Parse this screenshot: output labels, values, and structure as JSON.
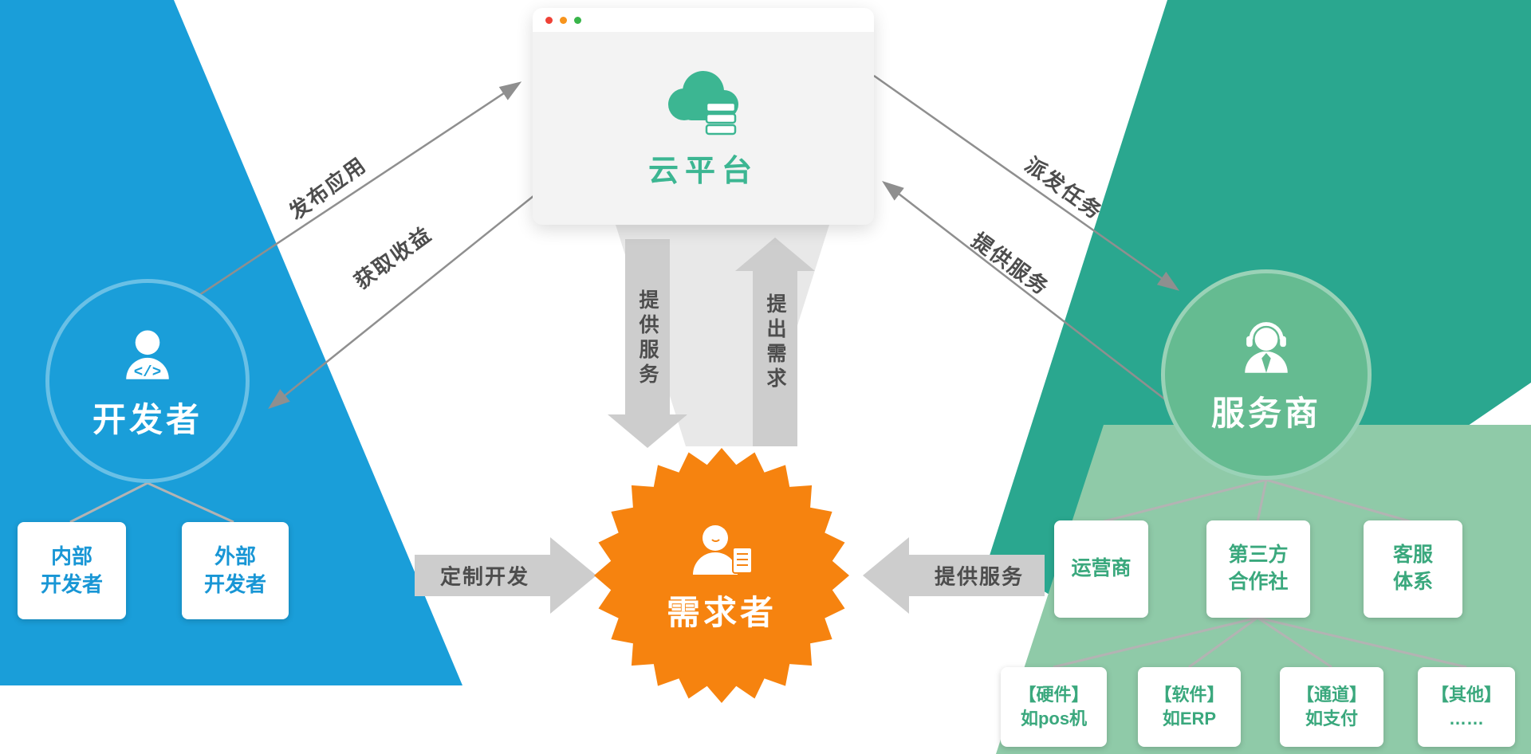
{
  "window": {
    "title": "云平台",
    "dots": [
      "#ef4136",
      "#f7941d",
      "#39b54a"
    ]
  },
  "nodes": {
    "developer": {
      "label": "开发者",
      "children": [
        {
          "lines": [
            "内部",
            "开发者"
          ]
        },
        {
          "lines": [
            "外部",
            "开发者"
          ]
        }
      ]
    },
    "demander": {
      "label": "需求者"
    },
    "provider": {
      "label": "服务商",
      "children": [
        {
          "lines": [
            "运营商",
            ""
          ]
        },
        {
          "lines": [
            "第三方",
            "合作社"
          ]
        },
        {
          "lines": [
            "客服",
            "体系"
          ]
        }
      ],
      "services": [
        {
          "lines": [
            "【硬件】",
            "如pos机"
          ]
        },
        {
          "lines": [
            "【软件】",
            "如ERP"
          ]
        },
        {
          "lines": [
            "【通道】",
            "如支付"
          ]
        },
        {
          "lines": [
            "【其他】",
            "……"
          ]
        }
      ]
    }
  },
  "arrows": {
    "dev_to_cloud": "发布应用",
    "cloud_to_dev": "获取收益",
    "cloud_to_demander": "提供服务",
    "demander_to_cloud": "提出需求",
    "cloud_to_provider": "派发任务",
    "provider_to_cloud": "提供服务",
    "dev_to_demander": "定制开发",
    "provider_to_demander": "提供服务"
  },
  "colors": {
    "developer_blue": "#1a9ed9",
    "demander_orange": "#f6830f",
    "provider_green": "#65bb91",
    "provider_teal": "#2aa78f",
    "provider_light_green": "#8fcaa8",
    "cloud_green": "#3cb692",
    "link_gray": "#8f8f8f",
    "thick_arrow_gray": "#cdcdcd",
    "label_gray": "#4d4d4d",
    "box_text_blue": "#1896d5",
    "box_text_green": "#3aa87d"
  }
}
